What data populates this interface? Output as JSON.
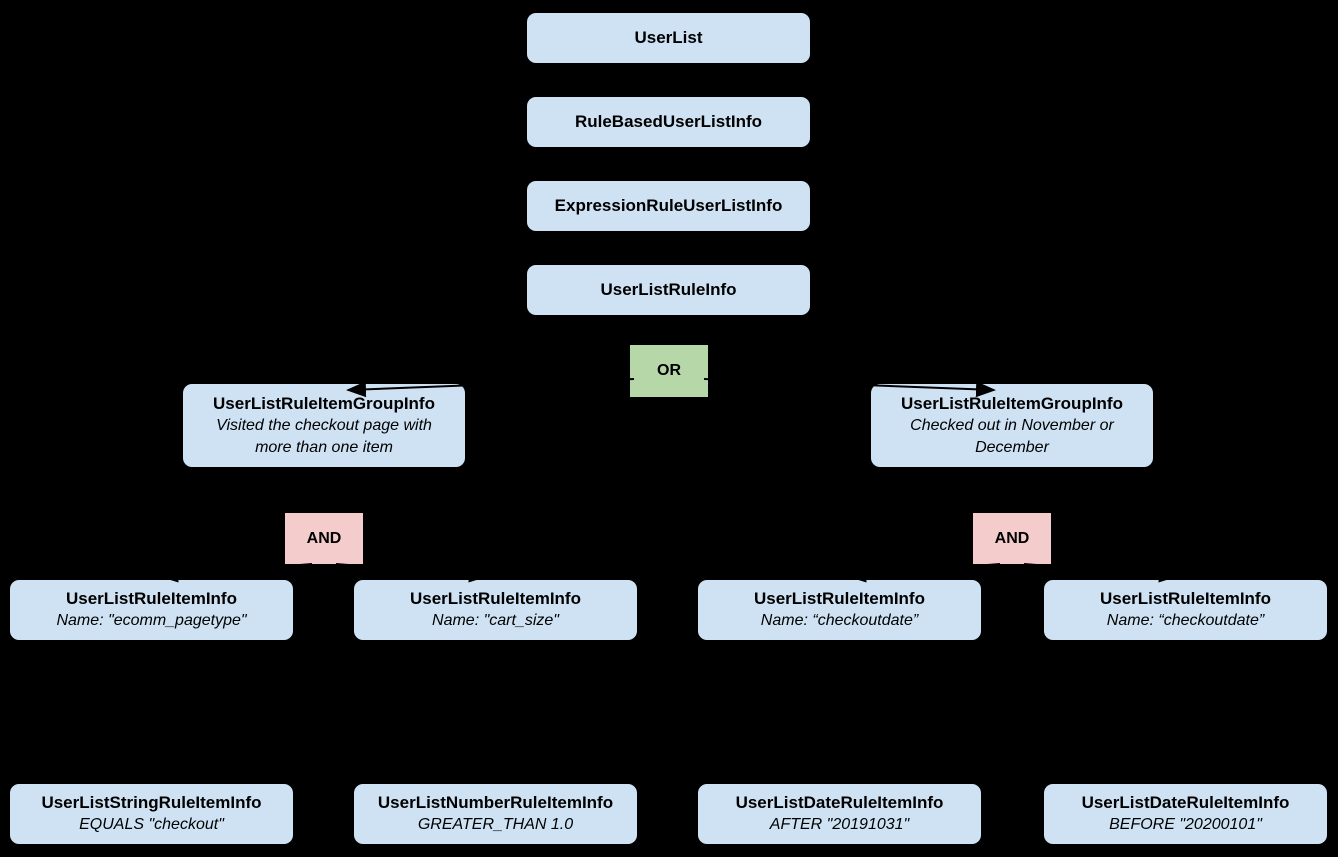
{
  "diagram": {
    "background": "#000000",
    "colors": {
      "class_box_fill": "#cfe2f3",
      "or_box_fill": "#b6d7a8",
      "and_box_fill": "#f4cccc",
      "text": "#000000",
      "connector": "#000000"
    },
    "nodes": {
      "userlist": {
        "title": "UserList"
      },
      "rule_based_user_list_info": {
        "title": "RuleBasedUserListInfo"
      },
      "expression_rule_user_list_info": {
        "title": "ExpressionRuleUserListInfo"
      },
      "user_list_rule_info": {
        "title": "UserListRuleInfo"
      },
      "or_operator": {
        "label": "OR"
      },
      "group_left": {
        "title": "UserListRuleItemGroupInfo",
        "subtitle": "Visited the checkout page with more than one item"
      },
      "group_right": {
        "title": "UserListRuleItemGroupInfo",
        "subtitle": "Checked out in November or December"
      },
      "and_left": {
        "label": "AND"
      },
      "and_right": {
        "label": "AND"
      },
      "rule_item_1": {
        "title": "UserListRuleItemInfo",
        "subtitle": "Name: \"ecomm_pagetype\""
      },
      "rule_item_2": {
        "title": "UserListRuleItemInfo",
        "subtitle": "Name: \"cart_size\""
      },
      "rule_item_3": {
        "title": "UserListRuleItemInfo",
        "subtitle": "Name: “checkoutdate”"
      },
      "rule_item_4": {
        "title": "UserListRuleItemInfo",
        "subtitle": "Name: “checkoutdate”"
      },
      "leaf_string": {
        "title": "UserListStringRuleItemInfo",
        "subtitle": "EQUALS \"checkout\""
      },
      "leaf_number": {
        "title": "UserListNumberRuleItemInfo",
        "subtitle": "GREATER_THAN 1.0"
      },
      "leaf_date_after": {
        "title": "UserListDateRuleItemInfo",
        "subtitle": "AFTER \"20191031\""
      },
      "leaf_date_before": {
        "title": "UserListDateRuleItemInfo",
        "subtitle": "BEFORE \"20200101\""
      }
    },
    "edges": [
      {
        "from": "userlist",
        "to": "rule_based_user_list_info"
      },
      {
        "from": "rule_based_user_list_info",
        "to": "expression_rule_user_list_info"
      },
      {
        "from": "expression_rule_user_list_info",
        "to": "user_list_rule_info"
      },
      {
        "from": "user_list_rule_info",
        "to": "or_operator"
      },
      {
        "from": "or_operator",
        "to": "group_left"
      },
      {
        "from": "or_operator",
        "to": "group_right"
      },
      {
        "from": "group_left",
        "to": "and_left"
      },
      {
        "from": "group_right",
        "to": "and_right"
      },
      {
        "from": "and_left",
        "to": "rule_item_1"
      },
      {
        "from": "and_left",
        "to": "rule_item_2"
      },
      {
        "from": "and_right",
        "to": "rule_item_3"
      },
      {
        "from": "and_right",
        "to": "rule_item_4"
      },
      {
        "from": "rule_item_1",
        "to": "leaf_string"
      },
      {
        "from": "rule_item_2",
        "to": "leaf_number"
      },
      {
        "from": "rule_item_3",
        "to": "leaf_date_after"
      },
      {
        "from": "rule_item_4",
        "to": "leaf_date_before"
      }
    ]
  }
}
